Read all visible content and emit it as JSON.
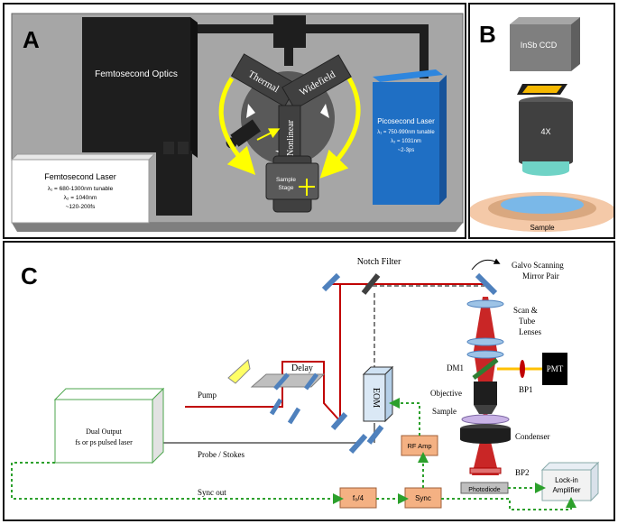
{
  "panels": {
    "a": {
      "label": "A",
      "femto_optics": "Femtosecond Optics",
      "femto_laser": {
        "title": "Femtosecond Laser",
        "line1": "λ₁ = 680-1300nm tunable",
        "line2": "λ₂ = 1040nm",
        "line3": "~120-200fs"
      },
      "pico_laser": {
        "title": "Picosecond Laser",
        "line1": "λ₁ = 750-990nm tunable",
        "line2": "λ₂ = 1031nm",
        "line3": "~2-3ps"
      },
      "thermal": "Thermal",
      "widefield": "Widefield",
      "nonlinear": "Nonlinear",
      "sample_stage_1": "Sample",
      "sample_stage_2": "Stage"
    },
    "b": {
      "label": "B",
      "ccd": "InSb CCD",
      "objective": "4X",
      "sample": "Sample"
    },
    "c": {
      "label": "C",
      "notch_filter": "Notch Filter",
      "galvo_1": "Galvo Scanning",
      "galvo_2": "Mirror Pair",
      "scan_1": "Scan &",
      "scan_2": "Tube",
      "scan_3": "Lenses",
      "delay": "Delay",
      "dm1": "DM1",
      "pmt": "PMT",
      "bp1": "BP1",
      "objective": "Objective",
      "sample": "Sample",
      "condenser": "Condenser",
      "bp2": "BP2",
      "eom": "EOM",
      "pump": "Pump",
      "dual_output_1": "Dual Output",
      "dual_output_2": "fs or ps pulsed laser",
      "probe_stokes": "Probe / Stokes",
      "rf_amp": "RF Amp",
      "sync_out": "Sync out",
      "fo4": "f₀/4",
      "sync": "Sync",
      "photodiode": "Photodiode",
      "lockin_1": "Lock-in",
      "lockin_2": "Amplifier"
    }
  },
  "colors": {
    "table": "#a6a6a6",
    "box_black": "#1e1e1e",
    "laser_blue": "#1f6fc4",
    "beam_red": "#c00000",
    "arrow_yellow": "#ffff00",
    "sync_green": "#2ca02c",
    "box_salmon": "#f4b183",
    "mirror_blue": "#4f81bd"
  }
}
